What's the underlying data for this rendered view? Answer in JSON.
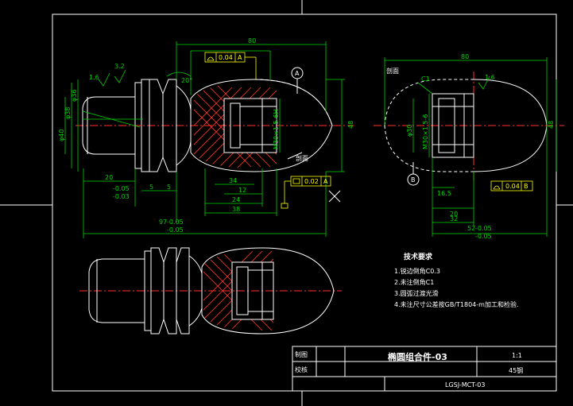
{
  "view1": {
    "overall_dim": "80",
    "dims_bottom": [
      "20",
      "-0.05",
      "-0.03",
      "5",
      "5",
      "34",
      "12",
      "24",
      "38"
    ],
    "tol_overall": {
      "label": "97",
      "upper": "-0.05",
      "lower": "-0.05"
    },
    "left_dims": [
      "φ40",
      "φ38",
      "φ36"
    ],
    "thread": "M30×1.5-6H",
    "angle": "20°",
    "roughness": [
      "1.6",
      "3.2"
    ],
    "fcf_top": [
      "0.04",
      "A"
    ],
    "fcf_mid": [
      "0.02",
      "A"
    ],
    "datum": "A",
    "height": "48",
    "section_label": "剖面"
  },
  "view2": {
    "overall_dim": "80",
    "chamfer": "C1",
    "roughness": "1.6",
    "thread": "M30×1.5-6",
    "dia": "φ30",
    "height": "48",
    "datum": "B",
    "dims_bottom": [
      "16.5",
      "20",
      "32"
    ],
    "tol": {
      "label": "52",
      "upper": "-0.05",
      "lower": "-0.05"
    },
    "fcf": [
      "0.04",
      "B"
    ],
    "section_label": "剖面"
  },
  "notes": {
    "title": "技术要求",
    "items": [
      "1.锐边倒角C0.3",
      "2.未注倒角C1",
      "3.圆弧过渡光滑",
      "4.未注尺寸公差按GB/T1804-m加工和检验."
    ]
  },
  "title_block": {
    "label_drawing": "制图",
    "label_check": "校核",
    "name": "椭圆组合件-03",
    "scale": "1:1",
    "material": "45钢",
    "code": "LGSJ-MCT-03"
  }
}
